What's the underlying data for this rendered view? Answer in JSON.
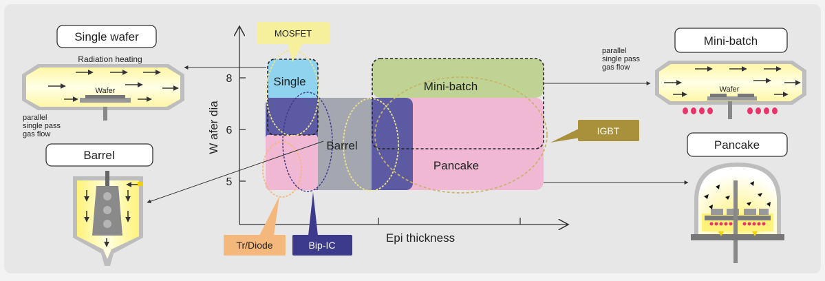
{
  "reactors": {
    "single_wafer": {
      "title": "Single wafer",
      "heating": "Radiation heating",
      "wafer": "Wafer",
      "flow": [
        "parallel",
        "single pass",
        "gas flow"
      ]
    },
    "barrel": {
      "title": "Barrel"
    },
    "mini_batch": {
      "title": "Mini-batch",
      "wafer": "Wafer",
      "flow": [
        "parallel",
        "single pass",
        "gas flow"
      ]
    },
    "pancake": {
      "title": "Pancake"
    }
  },
  "chart": {
    "y_axis_label": "W afer dia",
    "x_axis_label": "Epi thickness",
    "y_ticks": [
      "8",
      "6",
      "5"
    ],
    "regions": {
      "single": "Single",
      "barrel": "Barrel",
      "mini_batch": "Mini-batch",
      "pancake": "Pancake"
    },
    "region_colors": {
      "single": "#8fd3ee",
      "barrel": "#a4a7b0",
      "mini_batch": "#bfd394",
      "pancake": "#f0b8d2",
      "bipic": "#5b5aa2"
    }
  },
  "callouts": {
    "mosfet": {
      "label": "MOSFET",
      "color": "#f6ef9c"
    },
    "igbt": {
      "label": "IGBT",
      "color": "#a8913a"
    },
    "tr_diode": {
      "label": "Tr/Diode",
      "color": "#f4b77c"
    },
    "bip_ic": {
      "label": "Bip-IC",
      "color": "#3c3a8a"
    }
  }
}
